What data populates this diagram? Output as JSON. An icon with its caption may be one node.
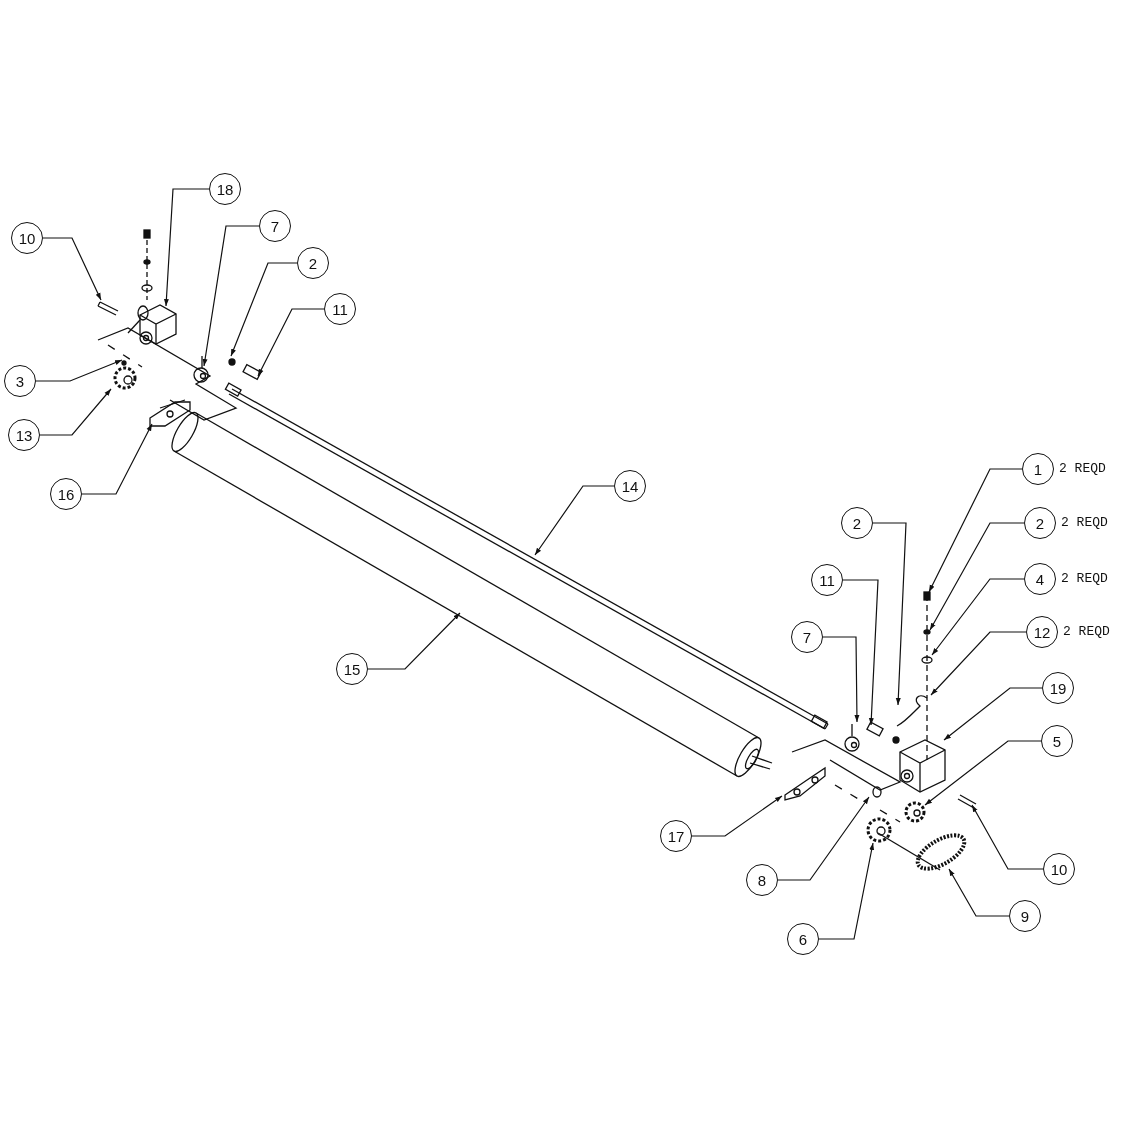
{
  "diagram": {
    "nodes": [
      {
        "text": [
          "18"
        ]
      },
      {
        "text": [
          "7"
        ]
      },
      {
        "text": [
          "10"
        ]
      },
      {
        "text": [
          "2"
        ]
      },
      {
        "text": [
          "11"
        ]
      },
      {
        "text": [
          "3"
        ]
      },
      {
        "text": [
          "13"
        ]
      },
      {
        "text": [
          "16"
        ]
      },
      {
        "text": [
          "1"
        ],
        "beside": [
          "2 REQD"
        ]
      },
      {
        "text": [
          "14"
        ]
      },
      {
        "text": [
          "2"
        ]
      },
      {
        "text": [
          "2"
        ],
        "beside": [
          "2 REQD"
        ]
      },
      {
        "text": [
          "11"
        ]
      },
      {
        "text": [
          "4"
        ],
        "beside": [
          "2 REQD"
        ]
      },
      {
        "text": [
          "7"
        ]
      },
      {
        "text": [
          "12"
        ],
        "beside": [
          "2 REQD"
        ]
      },
      {
        "text": [
          "15"
        ]
      },
      {
        "text": [
          "19"
        ]
      },
      {
        "text": [
          "5"
        ]
      },
      {
        "text": [
          "17"
        ]
      },
      {
        "text": [
          "10"
        ]
      },
      {
        "text": [
          "8"
        ]
      },
      {
        "text": [
          "9"
        ]
      },
      {
        "text": [
          "6"
        ]
      }
    ],
    "edges": [
      {
        "from": 0,
        "to": null,
        "arrow": "to"
      },
      {
        "from": 1,
        "to": null,
        "arrow": "to"
      },
      {
        "from": 2,
        "to": null,
        "arrow": "to"
      },
      {
        "from": 3,
        "to": null,
        "arrow": "to"
      },
      {
        "from": 4,
        "to": null,
        "arrow": "to"
      },
      {
        "from": 5,
        "to": null,
        "arrow": "to"
      },
      {
        "from": 6,
        "to": null,
        "arrow": "to"
      },
      {
        "from": 7,
        "to": null,
        "arrow": "to"
      },
      {
        "from": 8,
        "to": null,
        "arrow": "to"
      },
      {
        "from": 9,
        "to": null,
        "arrow": "to"
      },
      {
        "from": 10,
        "to": null,
        "arrow": "to"
      },
      {
        "from": 11,
        "to": null,
        "arrow": "to"
      },
      {
        "from": 12,
        "to": null,
        "arrow": "to"
      },
      {
        "from": 13,
        "to": null,
        "arrow": "to"
      },
      {
        "from": 14,
        "to": null,
        "arrow": "to"
      },
      {
        "from": 15,
        "to": null,
        "arrow": "to"
      },
      {
        "from": 16,
        "to": null,
        "arrow": "to"
      },
      {
        "from": 17,
        "to": null,
        "arrow": "to"
      },
      {
        "from": 18,
        "to": null,
        "arrow": "to"
      },
      {
        "from": 19,
        "to": null,
        "arrow": "to"
      },
      {
        "from": 20,
        "to": null,
        "arrow": "to"
      },
      {
        "from": 21,
        "to": null,
        "arrow": "to"
      },
      {
        "from": 22,
        "to": null,
        "arrow": "to"
      },
      {
        "from": 23,
        "to": null,
        "arrow": "to"
      }
    ]
  }
}
